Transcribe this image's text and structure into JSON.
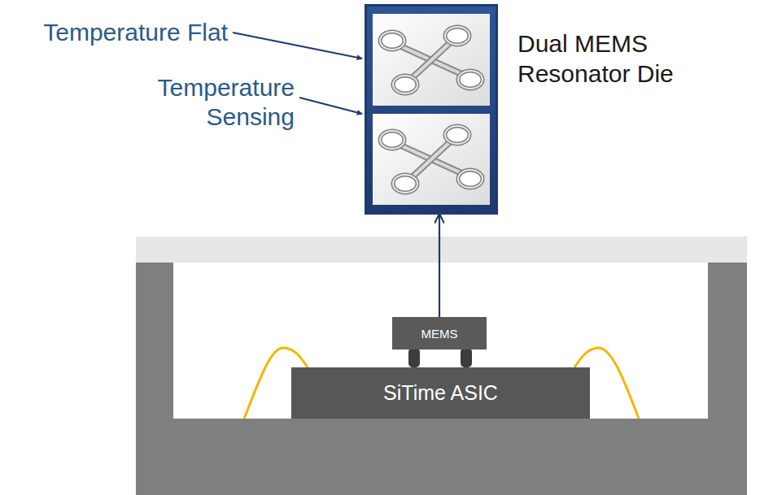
{
  "diagram": {
    "nodes": [
      {
        "text": [
          "Dual MEMS Resonator Die"
        ]
      },
      {
        "text": [
          "MEMS"
        ]
      },
      {
        "text": [
          "SiTime ASIC"
        ]
      }
    ],
    "edges": [
      {
        "from": 1,
        "to": 0,
        "arrow": "to"
      }
    ],
    "labels": [
      "Temperature Flat",
      "Temperature Sensing"
    ]
  }
}
